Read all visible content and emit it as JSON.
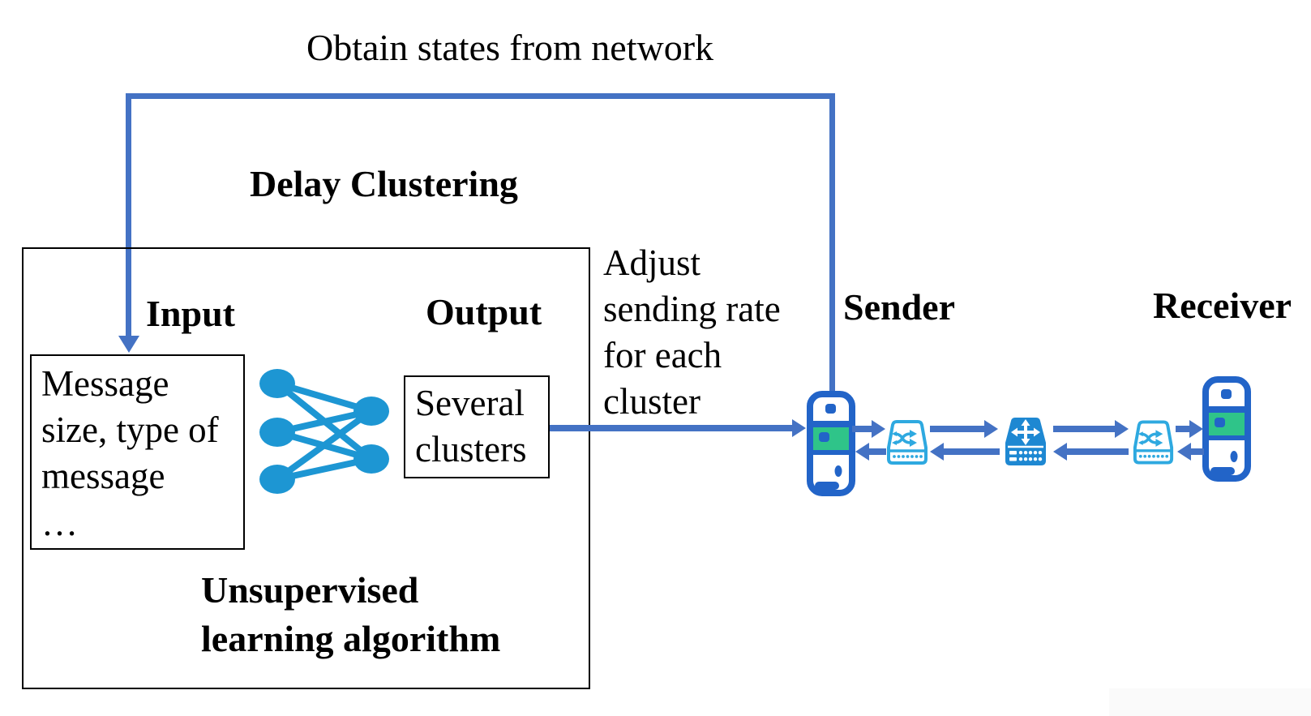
{
  "title": {
    "text": "Obtain states from network"
  },
  "clustering": {
    "heading": "Delay Clustering",
    "input_label": "Input",
    "output_label": "Output",
    "input_box_text": "Message\nsize, type of\nmessage",
    "input_box_ellipsis": "…",
    "output_box_text": "Several\nclusters",
    "algorithm_label": "Unsupervised\nlearning algorithm"
  },
  "flow": {
    "adjust_note": "Adjust\nsending rate\nfor each\ncluster"
  },
  "network": {
    "sender_label": "Sender",
    "receiver_label": "Receiver"
  },
  "icons": {
    "neural_network": "neural-network-icon",
    "sender_host": "host-device-icon",
    "receiver_host": "host-device-icon",
    "switch_left": "network-switch-icon",
    "router": "network-router-icon",
    "switch_right": "network-switch-icon",
    "feedback_arrow": "down-arrowhead-icon",
    "cluster_output_arrow": "right-arrow-icon"
  },
  "colors": {
    "accent_blue": "#4472c4",
    "node_blue": "#1d96d3",
    "host_blue": "#2264c8",
    "host_green": "#2fc489",
    "switch_cyan": "#2ea9e0",
    "router_blue": "#1e88d2",
    "box_border": "#000000"
  }
}
